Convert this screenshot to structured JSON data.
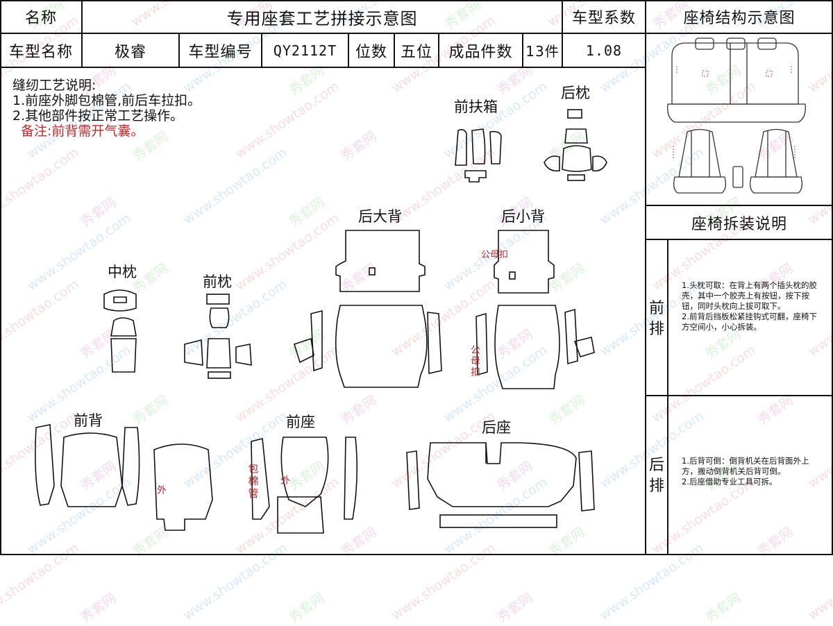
{
  "header": {
    "name_label": "名称",
    "title": "专用座套工艺拼接示意图",
    "coef_label": "车型系数",
    "structure_title": "座椅结构示意图"
  },
  "info": {
    "model_name_label": "车型名称",
    "model_name": "极睿",
    "model_code_label": "车型编号",
    "model_code": "QY2112T",
    "seats_label": "位数",
    "seats": "五位",
    "pieces_label": "成品件数",
    "pieces": "13件",
    "coef": "1.08"
  },
  "notes": {
    "heading": "缝纫工艺说明:",
    "line1": "1.前座外脚包棉管,前后车拉扣。",
    "line2": "2.其他部件按正常工艺操作。",
    "remark": "备注:前背需开气囊。"
  },
  "parts": {
    "front_armrest": "前扶箱",
    "rear_headrest": "后枕",
    "rear_big_back": "后大背",
    "rear_small_back": "后小背",
    "middle_headrest": "中枕",
    "front_headrest": "前枕",
    "front_back": "前背",
    "front_seat": "前座",
    "rear_seat": "后座"
  },
  "marks": {
    "snap_buttons": "公母扣",
    "snap_buttons_vertical": [
      "公",
      "母",
      "扣"
    ],
    "outer": "外",
    "cotton_tube_vertical": [
      "包",
      "棉",
      "管"
    ]
  },
  "sidebar": {
    "disassembly_title": "座椅拆装说明",
    "front_row_chars": [
      "前",
      "排"
    ],
    "front_row_text": "1.头枕可取：在背上有两个插头枕的胶壳，其中一个胶壳上有按钮，按下按钮，同时头枕向上拔可取下。\n2.前背后挡板松紧挂钩式可翻，座椅下方空间小，小心拆装。",
    "rear_row_chars": [
      "后",
      "排"
    ],
    "rear_row_text": "1.后背可倒：倒背机关在后背面外上方，搬动倒背机关后背可倒。\n2.后座借助专业工具可拆。"
  },
  "watermark": {
    "text_cn": "秀套网",
    "text_url": "www.showtao.com",
    "colors": [
      "#e3a2d0",
      "#9fc4ec",
      "#a6dca6",
      "#f0a8a8"
    ]
  }
}
